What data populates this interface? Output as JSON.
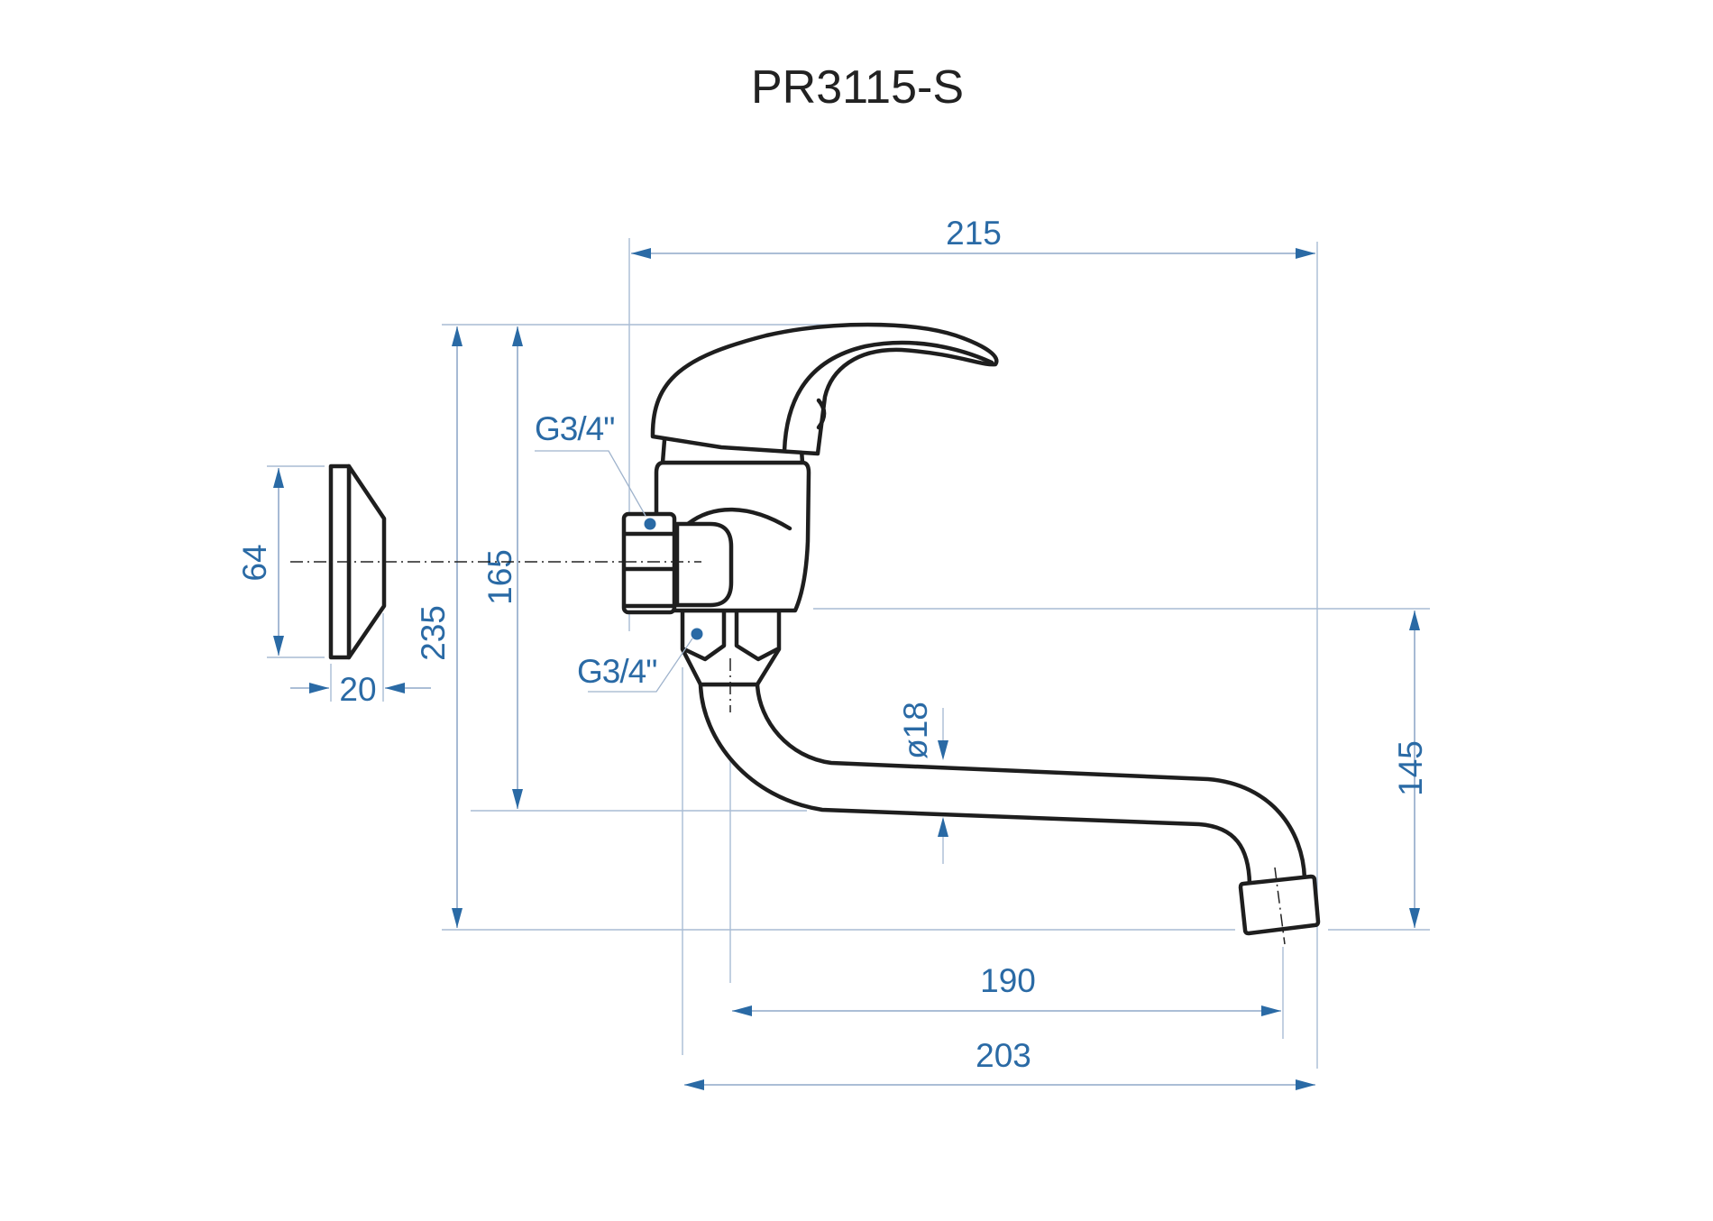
{
  "drawing": {
    "title": "PR3115-S",
    "accent_color": "#2a6aa5",
    "line_color": "#1e1e1e"
  },
  "dimensions": {
    "overall_width": "215",
    "height_to_top_outer": "235",
    "height_to_top_inner": "165",
    "flange_diameter": "64",
    "flange_depth": "20",
    "spout_height": "145",
    "spout_diameter": "ø18",
    "spout_reach_inner": "190",
    "spout_reach_outer": "203"
  },
  "annotations": {
    "inlet_thread_top": "G3/4\"",
    "inlet_thread_bottom": "G3/4\""
  }
}
